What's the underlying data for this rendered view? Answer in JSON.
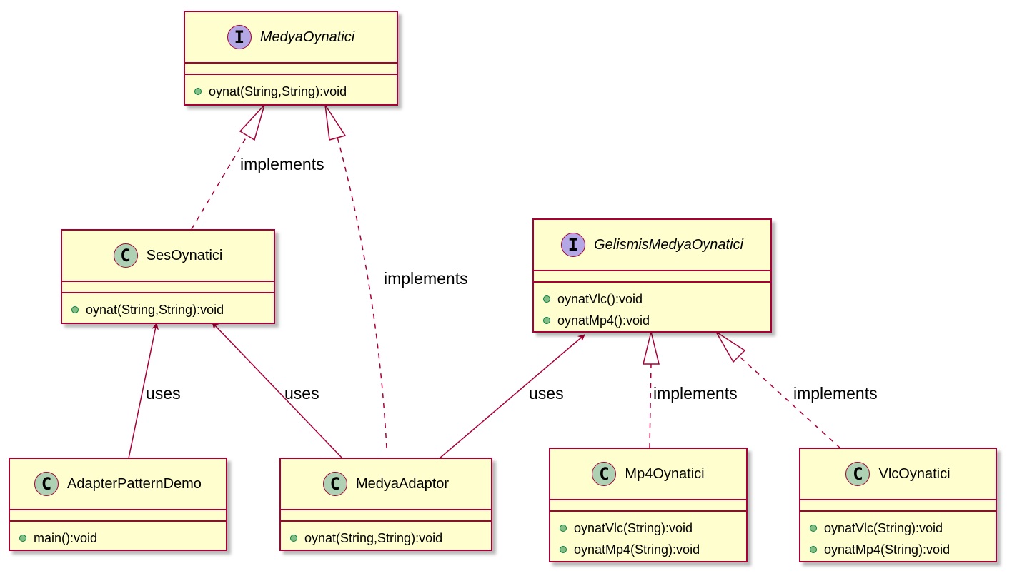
{
  "diagram": {
    "classes": {
      "medya_oynatici": {
        "stereotype": "I",
        "name": "MedyaOynatici",
        "methods": [
          "oynat(String,String):void"
        ]
      },
      "ses_oynatici": {
        "stereotype": "C",
        "name": "SesOynatici",
        "methods": [
          "oynat(String,String):void"
        ]
      },
      "gelismis_medya_oynatici": {
        "stereotype": "I",
        "name": "GelismisMedyaOynatici",
        "methods": [
          "oynatVlc():void",
          "oynatMp4():void"
        ]
      },
      "adapter_pattern_demo": {
        "stereotype": "C",
        "name": "AdapterPatternDemo",
        "methods": [
          "main():void"
        ]
      },
      "medya_adaptor": {
        "stereotype": "C",
        "name": "MedyaAdaptor",
        "methods": [
          "oynat(String,String):void"
        ]
      },
      "mp4_oynatici": {
        "stereotype": "C",
        "name": "Mp4Oynatici",
        "methods": [
          "oynatVlc(String):void",
          "oynatMp4(String):void"
        ]
      },
      "vlc_oynatici": {
        "stereotype": "C",
        "name": "VlcOynatici",
        "methods": [
          "oynatVlc(String):void",
          "oynatMp4(String):void"
        ]
      }
    },
    "relations": {
      "ses_implements_medya": {
        "label": "implements"
      },
      "adaptor_implements_medya": {
        "label": "implements"
      },
      "demo_uses_ses": {
        "label": "uses"
      },
      "adaptor_uses_ses": {
        "label": "uses"
      },
      "adaptor_uses_gelismis": {
        "label": "uses"
      },
      "mp4_implements_gelismis": {
        "label": "implements"
      },
      "vlc_implements_gelismis": {
        "label": "implements"
      }
    },
    "colors": {
      "border": "#a80036",
      "box_fill": "#fefece",
      "class_badge": "#add1b2",
      "interface_badge": "#b4a7e5",
      "method_dot": "#84be84"
    }
  }
}
